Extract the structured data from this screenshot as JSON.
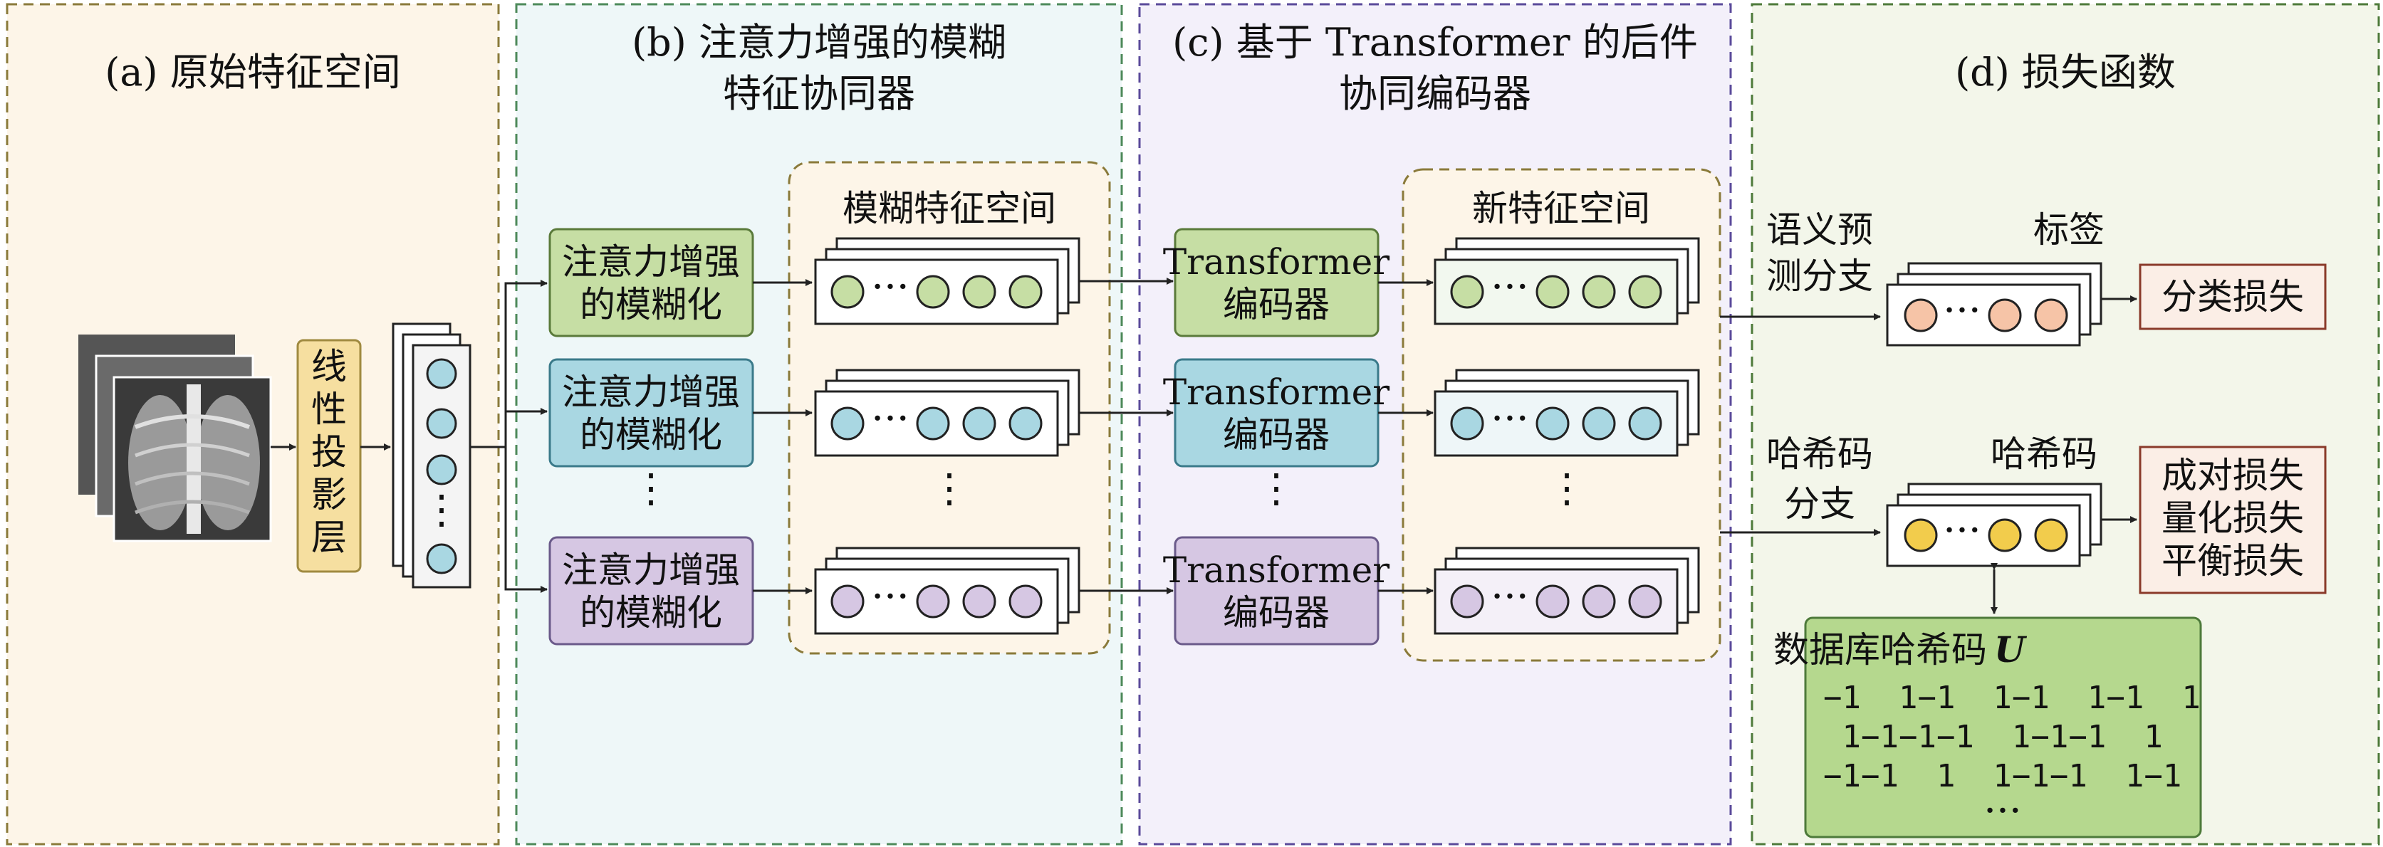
{
  "panels": {
    "a_title": "(a) 原始特征空间",
    "b_title_1": "(b) 注意力增强的模糊",
    "b_title_2": "特征协同器",
    "c_title_1": "(c) 基于 Transformer 的后件",
    "c_title_2": "协同编码器",
    "d_title": "(d) 损失函数"
  },
  "projection": {
    "chars": [
      "线",
      "性",
      "投",
      "影",
      "层"
    ]
  },
  "fuzzify": {
    "line1": "注意力增强",
    "line2": "的模糊化"
  },
  "fuzzy_space_label": "模糊特征空间",
  "encoder": {
    "line1": "Transformer",
    "line2": "编码器"
  },
  "new_space_label": "新特征空间",
  "vdots": "⋮",
  "hdots": "···",
  "semantic_branch": {
    "line1": "语义预",
    "line2": "测分支"
  },
  "labels_title": "标签",
  "class_loss": "分类损失",
  "hash_branch": {
    "line1": "哈希码",
    "line2": "分支"
  },
  "hash_title": "哈希码",
  "hash_losses": [
    "成对损失",
    "量化损失",
    "平衡损失"
  ],
  "database": {
    "title": "数据库哈希码",
    "symbol": "U",
    "rows": [
      "−1  1−1  1−1  1−1  1",
      " 1−1−1−1  1−1−1  1",
      "−1−1  1  1−1−1  1−1"
    ],
    "more": "···"
  },
  "colors": {
    "panel_a_bg": "#fdf5e8",
    "panel_b_bg": "#eef7f8",
    "panel_c_bg": "#f3f0fa",
    "panel_d_bg": "#f3f6ea",
    "green": "#c6dea4",
    "blue": "#a9d7e2",
    "purple": "#d6c7e3",
    "yellow": "#f6dfa0",
    "orange": "#f6c4a7",
    "gold": "#f2cc4c",
    "db_green": "#b5d88e"
  }
}
